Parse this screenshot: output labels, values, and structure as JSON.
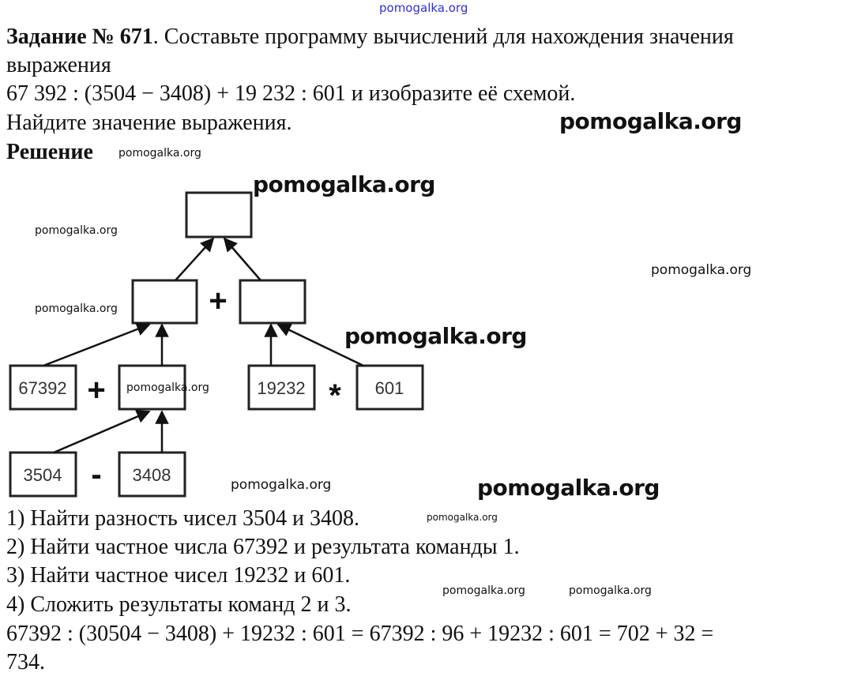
{
  "watermark": "pomogalka.org",
  "task": {
    "title_bold": "Задание № 671",
    "line1_rest": ". Составьте программу вычислений для нахождения значения",
    "line2": "выражения",
    "line3": "67 392 : (3504 − 3408) + 19 232 : 601 и изобразите её схемой.",
    "line4": "Найдите значение выражения."
  },
  "solution_heading": "Решение",
  "diagram": {
    "boxes": [
      "67392",
      "19232",
      "601",
      "3504",
      "3408"
    ],
    "operators": [
      "+",
      "+",
      "*",
      "-"
    ]
  },
  "steps": [
    "1) Найти разность чисел 3504 и 3408.",
    "2) Найти частное числа 67392 и результата команды 1.",
    "3) Найти частное чисел 19232 и 601.",
    "4) Сложить результаты команд 2 и 3."
  ],
  "answer_line1": "67392 : (30504 − 3408) + 19232 : 601 = 67392 : 96 + 19232 : 601 = 702 + 32 =",
  "answer_line2": "734."
}
